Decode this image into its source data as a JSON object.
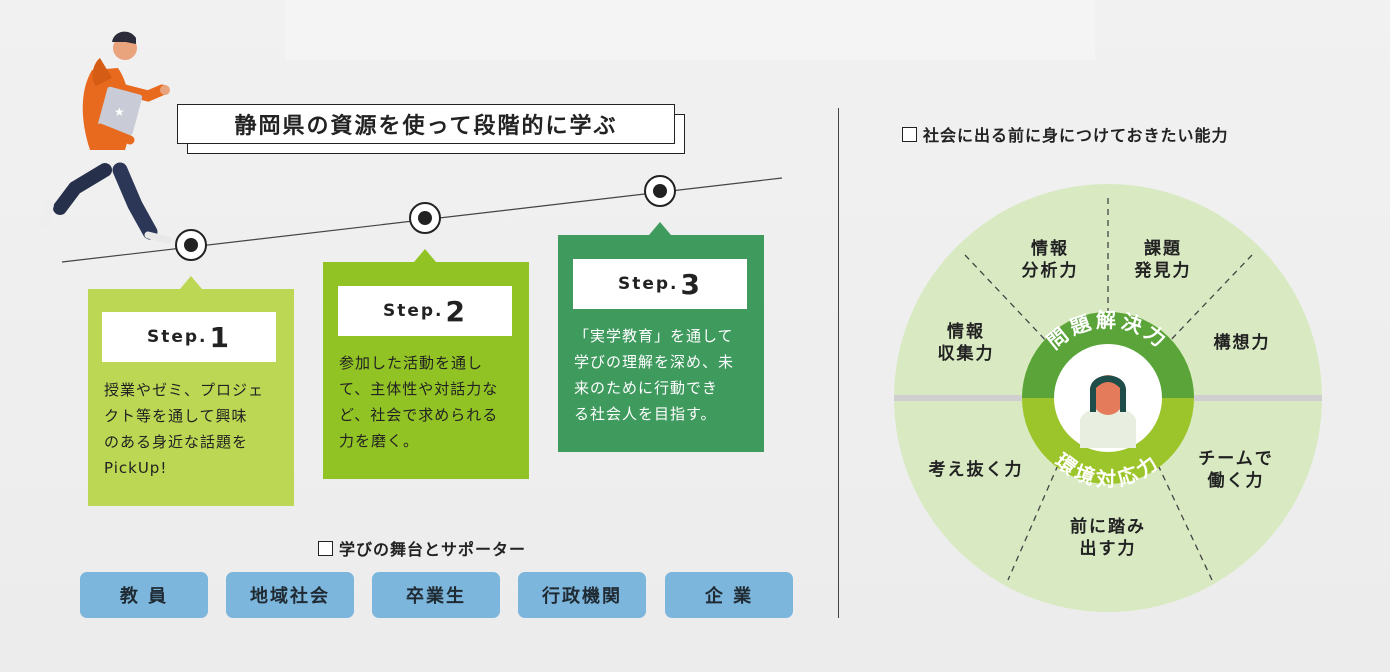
{
  "heading": "静岡県の資源を使って段階的に学ぶ",
  "steps": [
    {
      "prefix": "Step.",
      "num": "1",
      "lines": [
        "授業やゼミ、プロジェ",
        "クト等を通して興味",
        "のある身近な話題を",
        "PickUp!"
      ]
    },
    {
      "prefix": "Step.",
      "num": "2",
      "lines": [
        "参加した活動を通し",
        "て、主体性や対話力な",
        "ど、社会で求められる",
        "力を磨く。"
      ]
    },
    {
      "prefix": "Step.",
      "num": "3",
      "lines": [
        "「実学教育」を通して",
        "学びの理解を深め、未",
        "来のために行動でき",
        "る社会人を目指す。"
      ]
    }
  ],
  "supporters": {
    "title": "学びの舞台とサポーター",
    "items": [
      "教 員",
      "地域社会",
      "卒業生",
      "行政機関",
      "企 業"
    ]
  },
  "abilities": {
    "title": "社会に出る前に身につけておきたい能力",
    "segments": {
      "info_analysis": [
        "情報",
        "分析力"
      ],
      "problem_finding": [
        "課題",
        "発見力"
      ],
      "info_gathering": [
        "情報",
        "収集力"
      ],
      "planning": [
        "構想力"
      ],
      "thinking": [
        "考え抜く力"
      ],
      "teamwork": [
        "チームで",
        "働く力"
      ],
      "action": [
        "前に踏み",
        "出す力"
      ]
    },
    "center_top": "問題解決力",
    "center_bottom": "環境対応力"
  },
  "colors": {
    "step1": "#bcd753",
    "step2": "#92c325",
    "step3": "#3f9a5e",
    "supporter": "#7db6dc",
    "circle": "#d9eac3",
    "inner_top": "#5aa43a",
    "inner_bottom": "#9cc52b"
  }
}
